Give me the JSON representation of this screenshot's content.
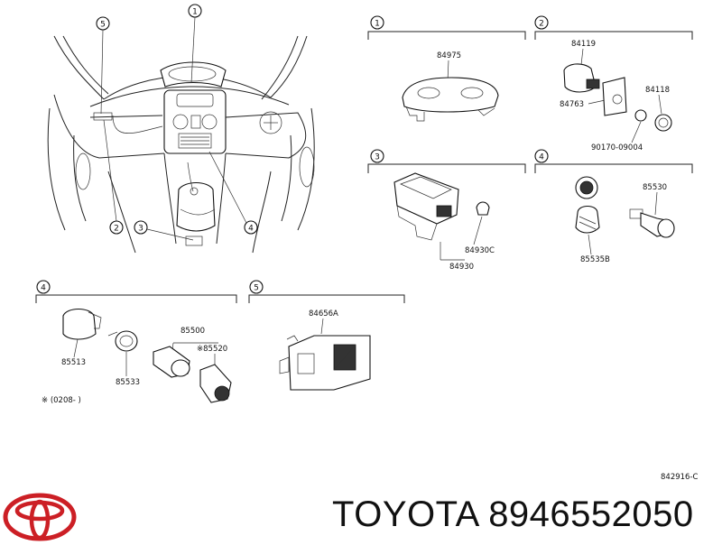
{
  "footer": {
    "brand": "TOYOTA",
    "part_number": "8946552050",
    "drawing_code": "842916-C",
    "note": "※ (0208-    )"
  },
  "logo": {
    "name": "toyota-logo",
    "color": "#cc1f25"
  },
  "callouts": {
    "c1": "1",
    "c2": "2",
    "c3": "3",
    "c4": "4",
    "c5": "5"
  },
  "panels": {
    "p1": {
      "num": "1",
      "parts": [
        "84975"
      ]
    },
    "p2": {
      "num": "2",
      "parts": [
        "84119",
        "84763",
        "84118",
        "90170-09004"
      ]
    },
    "p3": {
      "num": "3",
      "parts": [
        "84930C",
        "84930"
      ]
    },
    "p4a": {
      "num": "4",
      "parts": [
        "85530",
        "85535B"
      ]
    },
    "p4b": {
      "num": "4",
      "parts": [
        "85513",
        "85533",
        "85500",
        "※85520"
      ]
    },
    "p5": {
      "num": "5",
      "parts": [
        "84656A"
      ]
    }
  }
}
